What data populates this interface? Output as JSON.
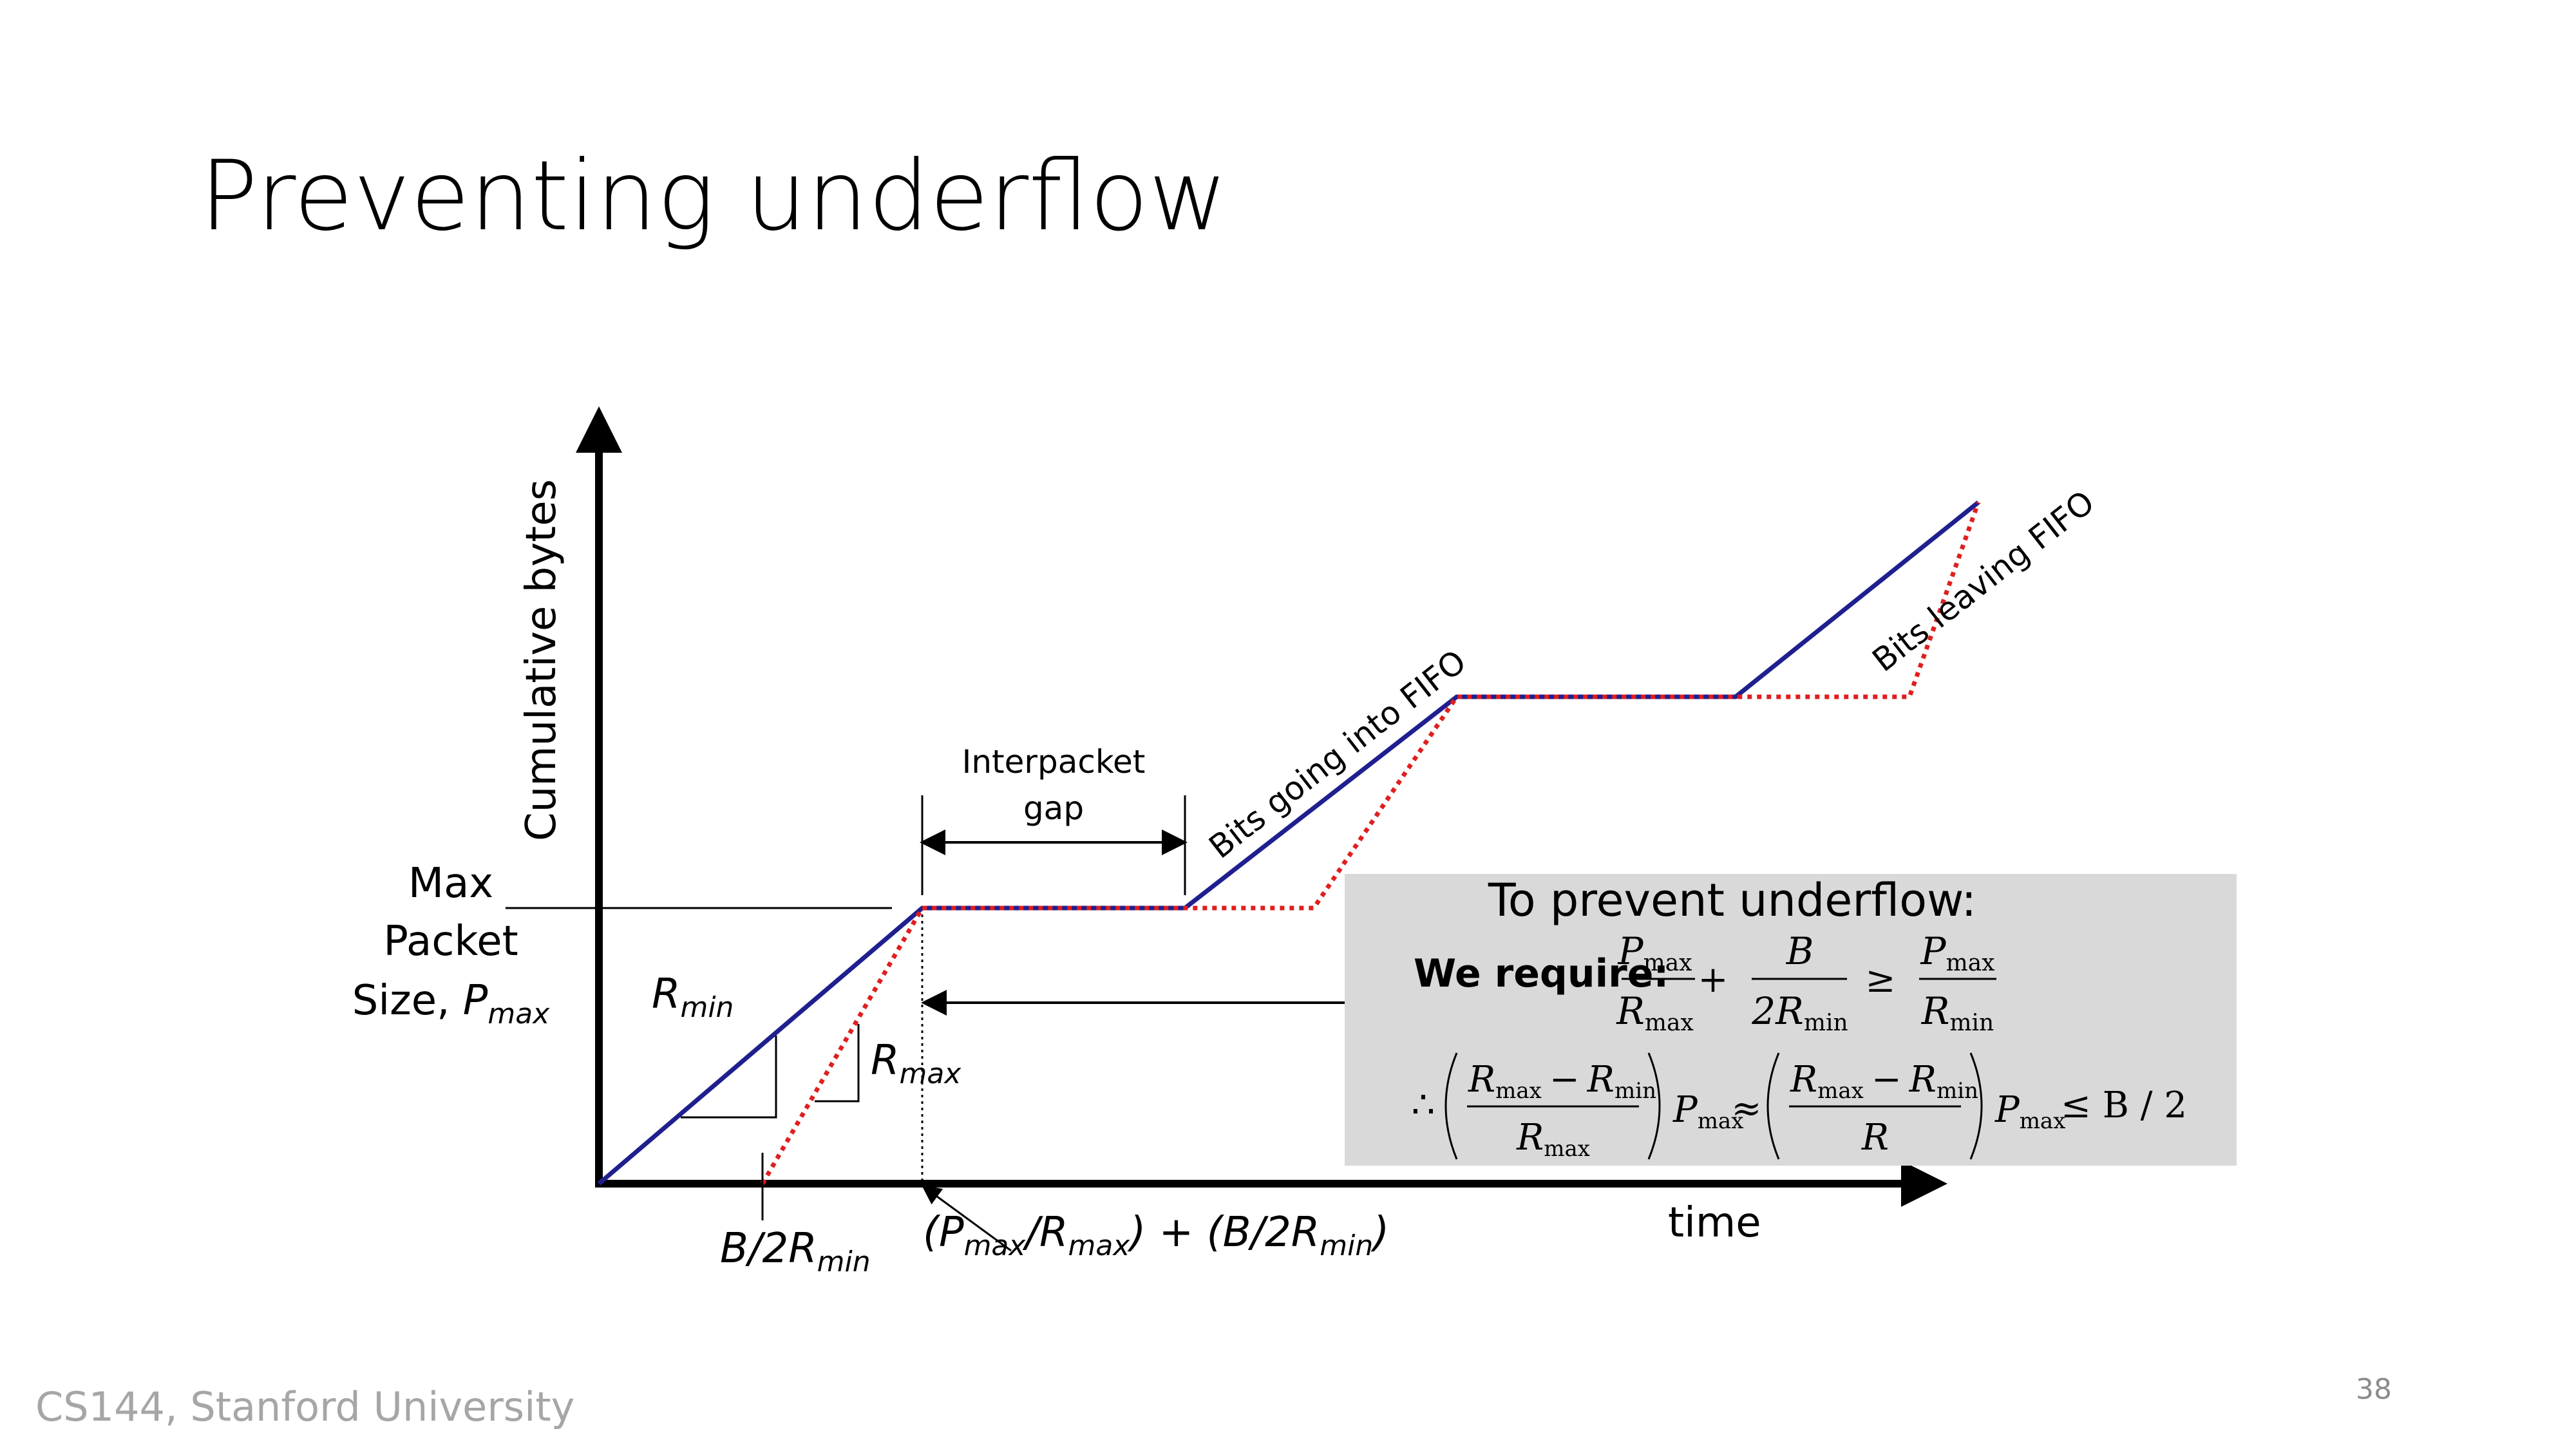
{
  "slide": {
    "title": "Preventing underflow",
    "footer": "CS144, Stanford University",
    "page_number": "38"
  },
  "diagram": {
    "y_axis_label": "Cumulative bytes",
    "x_axis_label": "time",
    "max_packet_label": {
      "line1": "Max",
      "line2": "Packet",
      "line3_prefix": "Size, ",
      "var": "P",
      "sub": "max"
    },
    "r_min": {
      "var": "R",
      "sub": "min"
    },
    "r_max": {
      "var": "R",
      "sub": "max"
    },
    "b_over_2rmin": {
      "prefix": "B/2R",
      "sub": "min"
    },
    "time_expr": {
      "p1": "(P",
      "s1": "max",
      "p2": "/R",
      "s2": "max",
      "p3": ") + (B/2R",
      "s3": "min",
      "p4": ")"
    },
    "interpacket_gap": {
      "line1": "Interpacket",
      "line2": "gap"
    },
    "bits_in_label": "Bits going into FIFO",
    "bits_out_label": "Bits leaving FIFO",
    "colors": {
      "bits_in": "#1f1f8f",
      "bits_out": "#e01e1e",
      "box_bg": "#d9d9d9"
    }
  },
  "condition_box": {
    "heading": "To prevent underflow:",
    "we_require": "We require:",
    "eq1": {
      "f1_num": "P",
      "f1_num_sub": "max",
      "f1_den": "R",
      "f1_den_sub": "max",
      "plus": "+",
      "f2_num": "B",
      "f2_den": "2R",
      "f2_den_sub": "min",
      "geq": "≥",
      "f3_num": "P",
      "f3_num_sub": "max",
      "f3_den": "R",
      "f3_den_sub": "min"
    },
    "eq2": {
      "therefore": "∴",
      "a_num_1": "R",
      "a_num_1_sub": "max",
      "minus": "−",
      "a_num_2": "R",
      "a_num_2_sub": "min",
      "a_den": "R",
      "a_den_sub": "max",
      "p_a": "P",
      "p_a_sub": "max",
      "approx": "≈",
      "b_num_1": "R",
      "b_num_1_sub": "max",
      "b_num_2": "R",
      "b_num_2_sub": "min",
      "b_den": "R",
      "p_b": "P",
      "p_b_sub": "max",
      "tail": "≤ B / 2"
    }
  }
}
